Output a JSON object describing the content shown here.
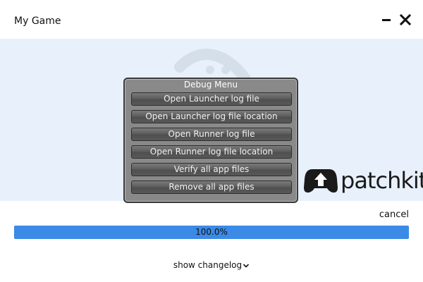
{
  "window": {
    "title": "My Game",
    "minimize_icon": "minimize-icon",
    "close_icon": "close-icon"
  },
  "debug_menu": {
    "title": "Debug Menu",
    "buttons": [
      "Open Launcher log file",
      "Open Launcher log file location",
      "Open Runner log file",
      "Open Runner log file location",
      "Verify all app files",
      "Remove all app files"
    ]
  },
  "branding": {
    "logo_text": "patchkit",
    "logo_icon": "gamepad-upload-icon"
  },
  "download": {
    "cancel_label": "cancel",
    "progress_text": "100.0%",
    "progress_fraction": 1.0
  },
  "footer": {
    "changelog_label": "show changelog",
    "changelog_icon": "chevron-down-icon"
  },
  "colors": {
    "banner_bg": "#e8f1fb",
    "progress_fill": "#3b8ae6",
    "menu_bg": "#898989"
  }
}
